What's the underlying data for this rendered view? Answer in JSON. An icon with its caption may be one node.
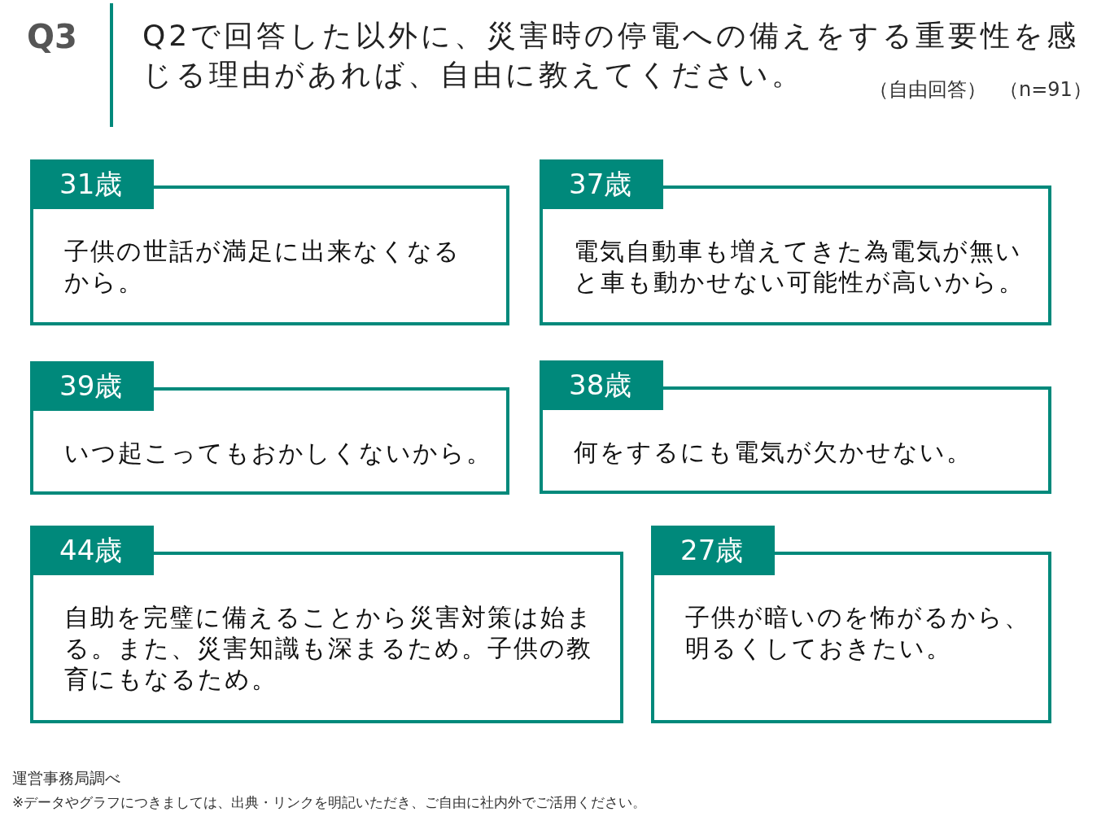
{
  "diagram": {
    "title": "Q2で回答した以外に、災害時の停電への備えをする重要性を感じる理由があれば、自由に教えてください。",
    "nodes": [
      {
        "text": [
          "31歳",
          "子供の世話が満足に出来なくなるから。"
        ]
      },
      {
        "text": [
          "37歳",
          "電気自動車も増えてきた為電気が無いと車も動かせない可能性が高いから。"
        ]
      },
      {
        "text": [
          "39歳",
          "いつ起こってもおかしくないから。"
        ]
      },
      {
        "text": [
          "38歳",
          "何をするにも電気が欠かせない。"
        ]
      },
      {
        "text": [
          "44歳",
          "自助を完璧に備えることから災害対策は始まる。また、災害知識も深まるため。子供の教育にもなるため。"
        ]
      },
      {
        "text": [
          "27歳",
          "子供が暗いのを怖がるから、明るくしておきたい。"
        ]
      }
    ],
    "labels": [
      "Q3",
      "（自由回答）",
      "（n=91）",
      "運営事務局調べ",
      "※データやグラフにつきましては、出典・リンクを明記いただき、ご自由に社内外でご活用ください。"
    ]
  }
}
